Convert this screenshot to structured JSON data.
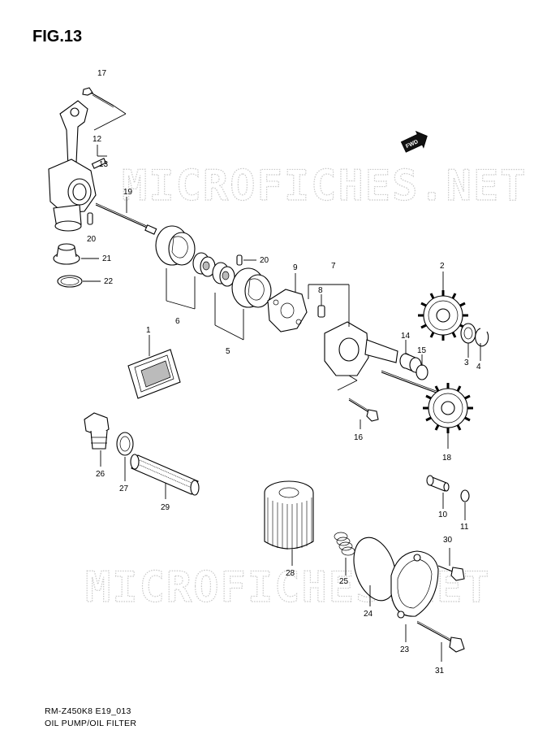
{
  "figure_title": "FIG.13",
  "footer": {
    "model_code": "RM-Z450K8 E19_013",
    "group_name": "OIL PUMP/OIL FILTER"
  },
  "watermark": "MICROFICHES.NET",
  "fwd_badge": "FWD",
  "callouts": {
    "p1": "1",
    "p2": "2",
    "p3": "3",
    "p4": "4",
    "p5": "5",
    "p6": "6",
    "p7": "7",
    "p8": "8",
    "p9": "9",
    "p10": "10",
    "p11": "11",
    "p12": "12",
    "p13": "13",
    "p14": "14",
    "p15": "15",
    "p16": "16",
    "p17": "17",
    "p18": "18",
    "p19": "19",
    "p20a": "20",
    "p20b": "20",
    "p21": "21",
    "p22": "22",
    "p23": "23",
    "p24": "24",
    "p25": "25",
    "p26": "26",
    "p27": "27",
    "p28": "28",
    "p29": "29",
    "p30": "30",
    "p31": "31"
  },
  "colors": {
    "line": "#000000",
    "watermark": "#c8c8c8",
    "background": "#ffffff"
  }
}
